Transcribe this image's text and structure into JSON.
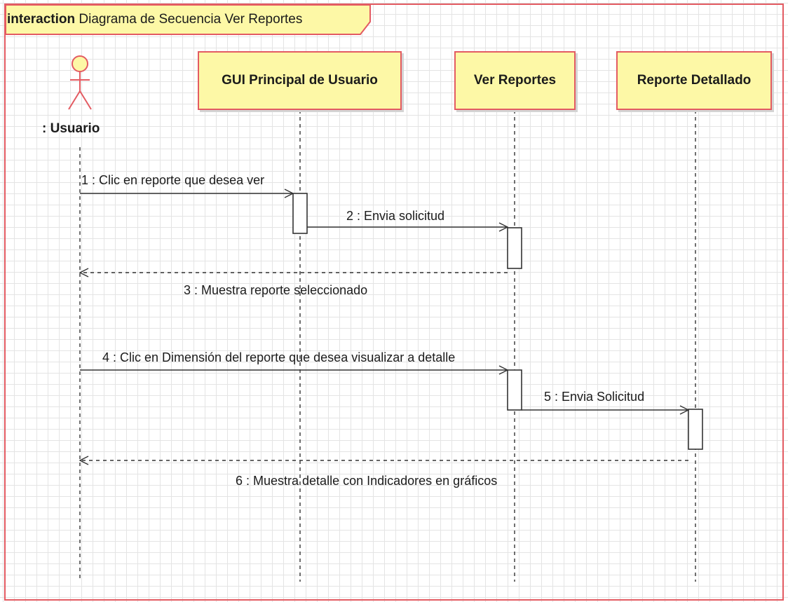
{
  "frame": {
    "keyword": "interaction",
    "title": "Diagrama de Secuencia Ver Reportes"
  },
  "actor": {
    "label": ": Usuario"
  },
  "lifelines": [
    {
      "label": "GUI Principal de Usuario"
    },
    {
      "label": "Ver Reportes"
    },
    {
      "label": "Reporte Detallado"
    }
  ],
  "messages": [
    {
      "label": "1 : Clic en reporte que desea ver",
      "kind": "call"
    },
    {
      "label": "2 : Envia solicitud",
      "kind": "call"
    },
    {
      "label": "3 : Muestra reporte seleccionado",
      "kind": "return"
    },
    {
      "label": "4 : Clic en Dimensión del reporte que desea visualizar a detalle",
      "kind": "call"
    },
    {
      "label": "5 : Envia Solicitud",
      "kind": "call"
    },
    {
      "label": "6 : Muestra detalle con Indicadores en gráficos",
      "kind": "return"
    }
  ],
  "colors": {
    "frame_border": "#e35b62",
    "lifeline_fill": "#fdf8a6",
    "actor_stroke": "#e35b62",
    "actor_fill": "#fdf8a6",
    "line": "#333333"
  }
}
